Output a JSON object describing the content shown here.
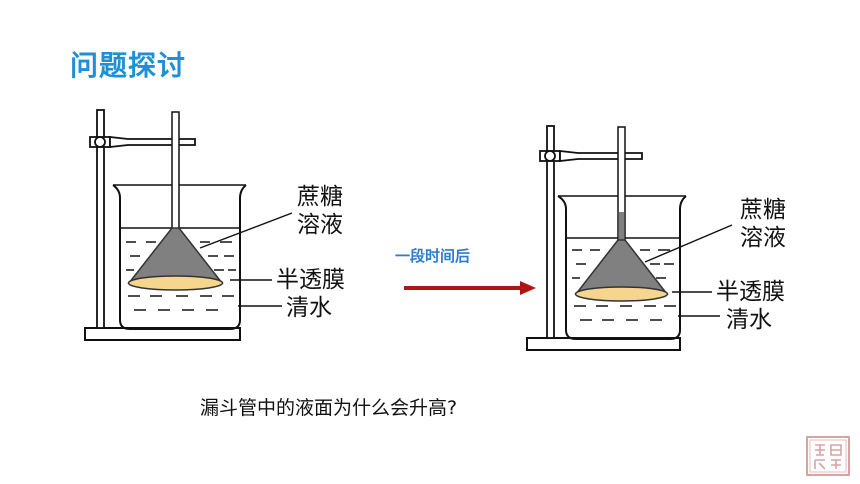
{
  "heading": "问题探讨",
  "left_apparatus": {
    "sucrose_label_line1": "蔗糖",
    "sucrose_label_line2": "溶液",
    "membrane_label": "半透膜",
    "water_label": "清水"
  },
  "transition": {
    "caption": "一段时间后",
    "arrow_color": "#b01515"
  },
  "right_apparatus": {
    "sucrose_label_line1": "蔗糖",
    "sucrose_label_line2": "溶液",
    "membrane_label": "半透膜",
    "water_label": "清水"
  },
  "question": "漏斗管中的液面为什么会升高?",
  "colors": {
    "heading": "#1f8fd6",
    "caption": "#2e7ccd",
    "funnel": "#808080",
    "membrane": "#f6d58e",
    "seal": "#d9a3a3"
  }
}
